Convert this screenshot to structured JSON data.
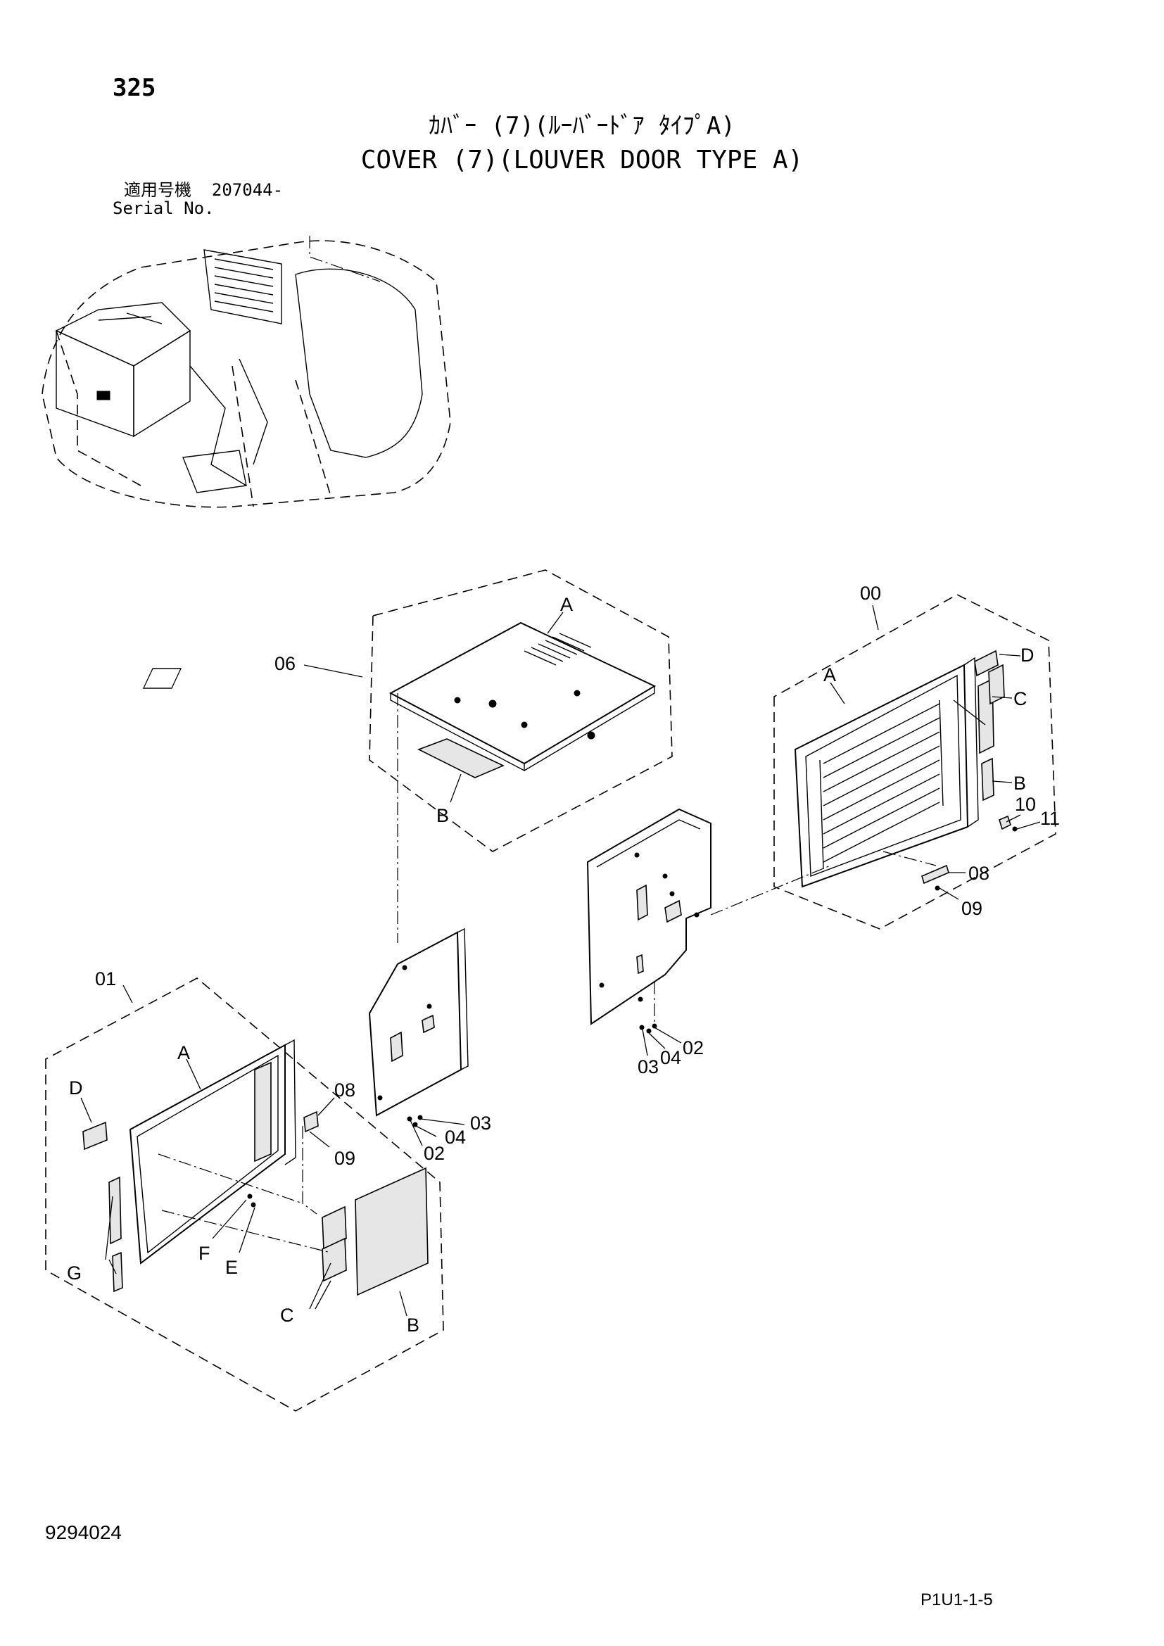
{
  "header": {
    "page_number": "325",
    "title_jp": "ｶﾊﾞｰ (7)(ﾙｰﾊﾞｰﾄﾞｱ ﾀｲﾌﾟA)",
    "title_en": "COVER (7)(LOUVER DOOR TYPE A)",
    "serial_label_jp": "適用号機",
    "serial_value": "207044-",
    "serial_label_en": "Serial No."
  },
  "footer": {
    "doc_number": "9294024",
    "drawing_code": "P1U1-1-5"
  },
  "callouts": {
    "c00": "00",
    "c01": "01",
    "c02a": "02",
    "c02b": "02",
    "c03a": "03",
    "c03b": "03",
    "c04a": "04",
    "c04b": "04",
    "c06": "06",
    "c08a": "08",
    "c08b": "08",
    "c09a": "09",
    "c09b": "09",
    "c10": "10",
    "c11": "11",
    "A_top": "A",
    "B_top": "B",
    "A_right": "A",
    "B_right": "B",
    "C_right": "C",
    "D_right": "D",
    "A_left": "A",
    "B_left": "B",
    "C_left": "C",
    "D_left": "D",
    "E_left": "E",
    "F_left": "F",
    "G_left": "G"
  }
}
